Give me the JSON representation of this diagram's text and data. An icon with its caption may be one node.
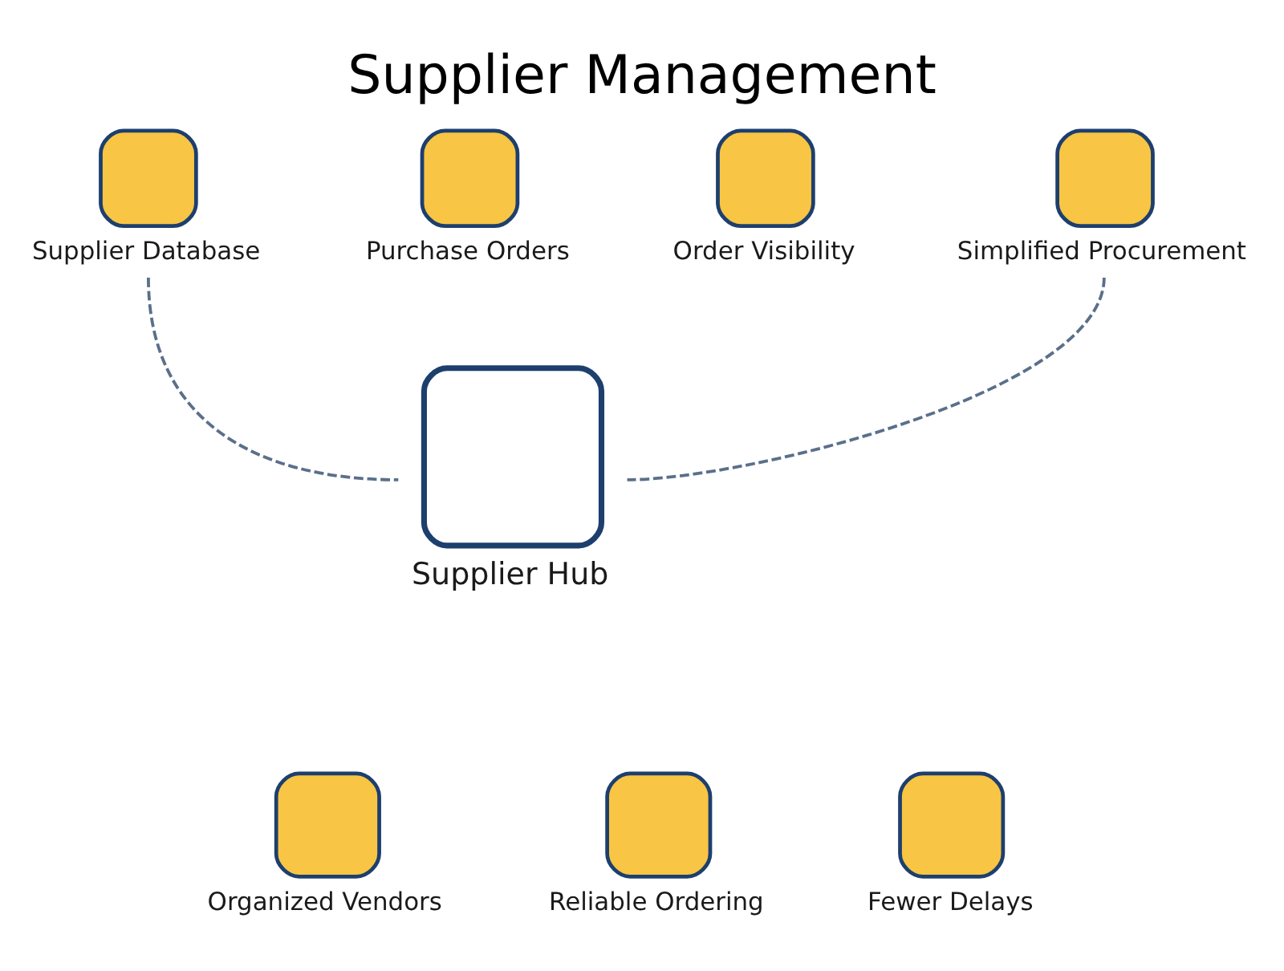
{
  "diagram": {
    "title": "Supplier Management",
    "nodes": [
      {
        "text": [
          "Supplier Database"
        ]
      },
      {
        "text": [
          "Purchase Orders"
        ]
      },
      {
        "text": [
          "Order Visibility"
        ]
      },
      {
        "text": [
          "Simplified Procurement"
        ]
      },
      {
        "text": [
          "Supplier Hub"
        ]
      },
      {
        "text": [
          "Organized Vendors"
        ]
      },
      {
        "text": [
          "Reliable Ordering"
        ]
      },
      {
        "text": [
          "Fewer Delays"
        ]
      }
    ],
    "edges": [
      {
        "from": 0,
        "to": 4,
        "arrow": "none",
        "style": "dashed"
      },
      {
        "from": 3,
        "to": 4,
        "arrow": "none",
        "style": "dashed"
      }
    ]
  }
}
